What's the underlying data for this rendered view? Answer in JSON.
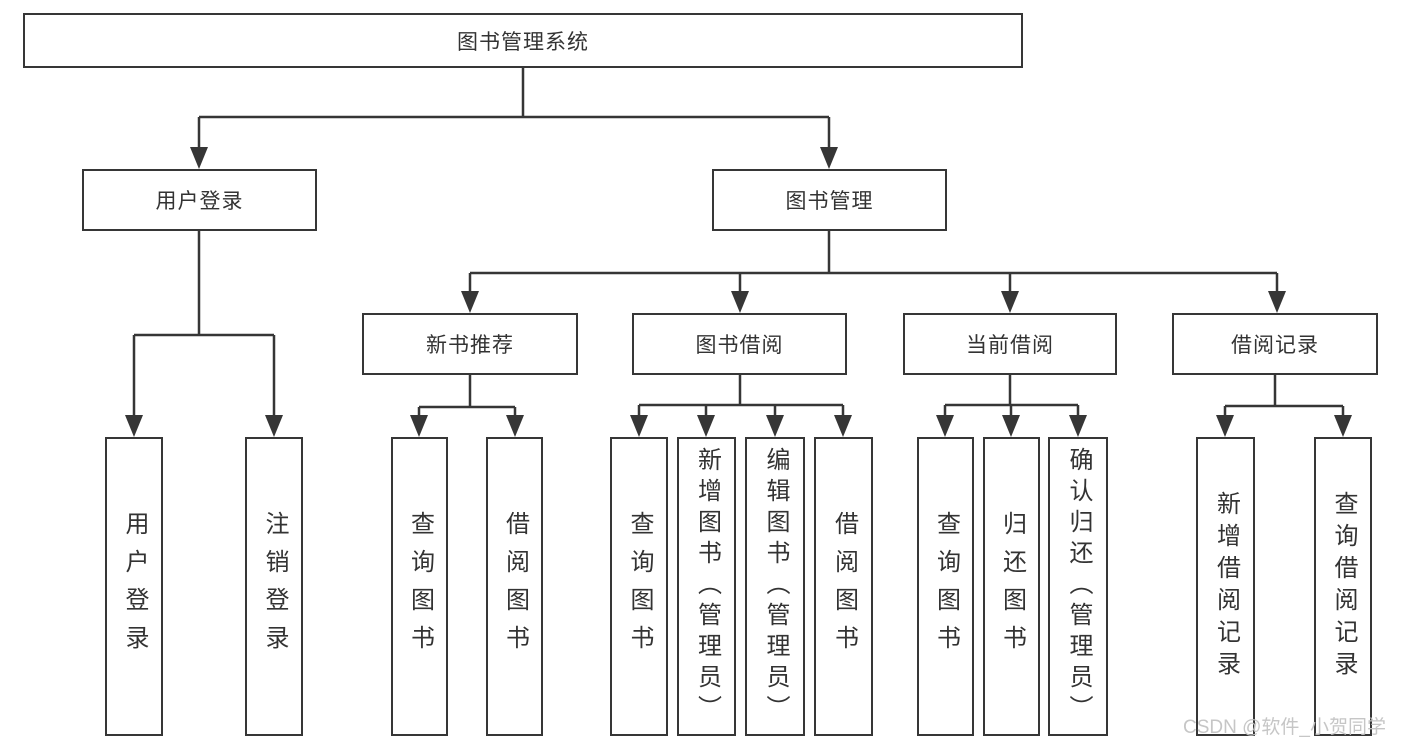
{
  "diagram": {
    "title": "图书管理系统",
    "root": {
      "label": "图书管理系统"
    },
    "level2": [
      {
        "label": "用户登录"
      },
      {
        "label": "图书管理"
      }
    ],
    "level3": [
      {
        "label": "新书推荐"
      },
      {
        "label": "图书借阅"
      },
      {
        "label": "当前借阅"
      },
      {
        "label": "借阅记录"
      }
    ],
    "leaves": [
      {
        "label": "用户登录",
        "parent": "用户登录"
      },
      {
        "label": "注销登录",
        "parent": "用户登录"
      },
      {
        "label": "查询图书",
        "parent": "新书推荐"
      },
      {
        "label": "借阅图书",
        "parent": "新书推荐"
      },
      {
        "label": "查询图书",
        "parent": "图书借阅"
      },
      {
        "label": "新增图书（管理员）",
        "parent": "图书借阅"
      },
      {
        "label": "编辑图书（管理员）",
        "parent": "图书借阅"
      },
      {
        "label": "借阅图书",
        "parent": "图书借阅"
      },
      {
        "label": "查询图书",
        "parent": "当前借阅"
      },
      {
        "label": "归还图书",
        "parent": "当前借阅"
      },
      {
        "label": "确认归还（管理员）",
        "parent": "当前借阅"
      },
      {
        "label": "新增借阅记录",
        "parent": "借阅记录"
      },
      {
        "label": "查询借阅记录",
        "parent": "借阅记录"
      }
    ],
    "watermark": "CSDN @软件_小贺同学",
    "colors": {
      "line": "#363636",
      "text": "#333333",
      "background": "#ffffff",
      "watermark": "#c3c3c3"
    }
  }
}
